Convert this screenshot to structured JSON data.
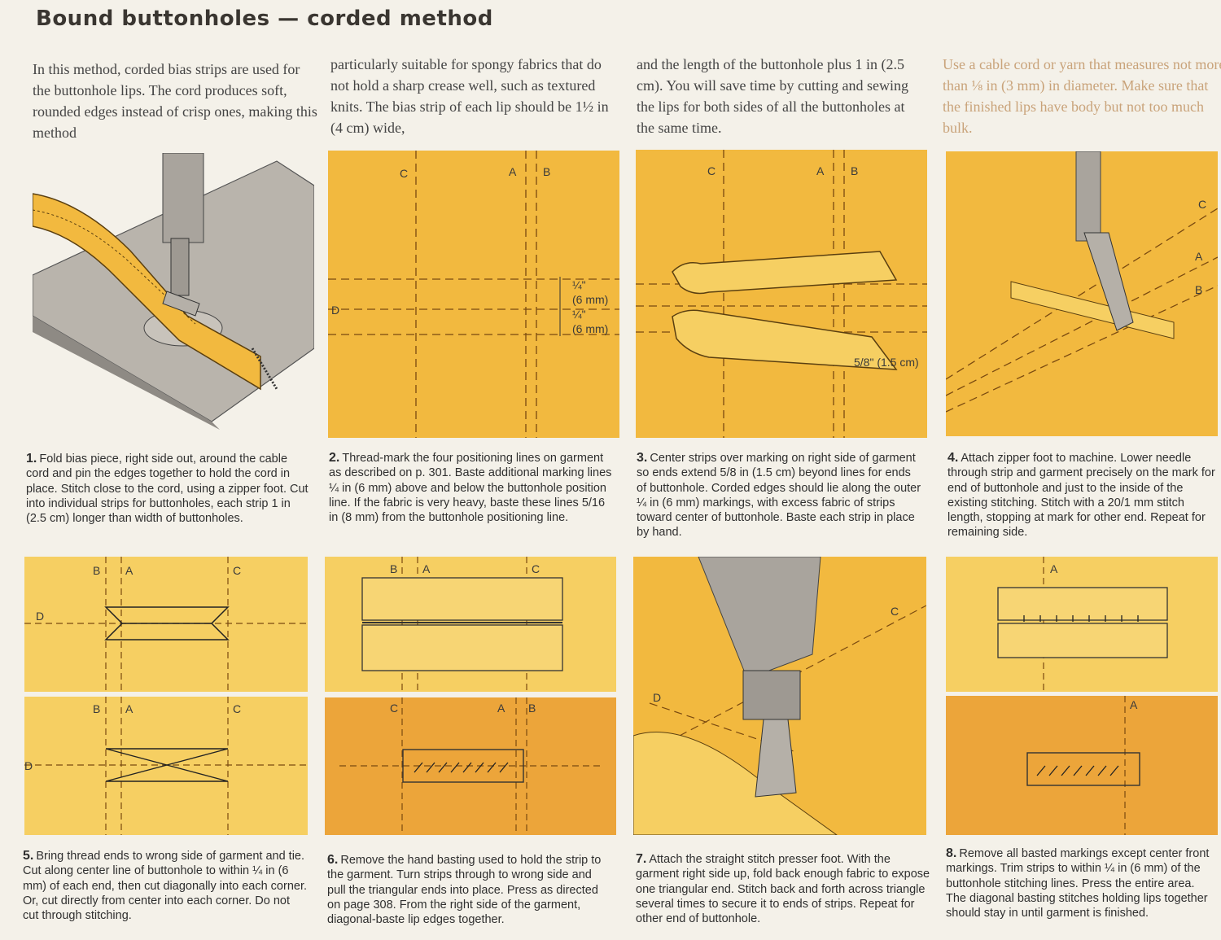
{
  "title": "Bound buttonholes — corded method",
  "intro": [
    "In this method, corded bias strips are used for the buttonhole lips. The cord produces soft, rounded edges instead of crisp ones, making this method",
    "particularly suitable for spongy fabrics that do not hold a sharp crease well, such as textured knits. The bias strip of each lip should be 1½ in (4 cm) wide,",
    "and the length of the buttonhole plus 1 in (2.5 cm). You will save time by cutting and sewing the lips for both sides of all the buttonholes at the same time.",
    "Use a cable cord or yarn that measures not more than ⅛ in (3 mm) in diameter. Make sure that the finished lips have body but not too much bulk."
  ],
  "steps": [
    {
      "num": "1.",
      "text": "Fold bias piece, right side out, around the cable cord and pin the edges together to hold the cord in place. Stitch close to the cord, using a zipper foot. Cut into individual strips for buttonholes, each strip 1 in (2.5 cm) longer than width of buttonholes."
    },
    {
      "num": "2.",
      "text": "Thread-mark the four positioning lines on garment as described on p. 301. Baste additional marking lines ¼ in (6 mm) above and below the buttonhole position line. If the fabric is very heavy, baste these lines 5/16 in (8 mm) from the buttonhole positioning line."
    },
    {
      "num": "3.",
      "text": "Center strips over marking on right side of garment so ends extend 5/8 in (1.5 cm) beyond lines for ends of buttonhole. Corded edges should lie along the outer ¼ in (6 mm) markings, with excess fabric of strips toward center of buttonhole. Baste each strip in place by hand."
    },
    {
      "num": "4.",
      "text": "Attach zipper foot to machine. Lower needle through strip and garment precisely on the mark for end of buttonhole and just to the inside of the existing stitching. Stitch with a 20/1 mm stitch length, stopping at mark for other end. Repeat for remaining side."
    },
    {
      "num": "5.",
      "text": "Bring thread ends to wrong side of garment and tie. Cut along center line of buttonhole to within ¼ in (6 mm) of each end, then cut diagonally into each corner. Or, cut directly from center into each corner. Do not cut through stitching."
    },
    {
      "num": "6.",
      "text": "Remove the hand basting used to hold the strip to the garment. Turn strips through to wrong side and pull the triangular ends into place. Press as directed on page 308. From the right side of the garment, diagonal-baste lip edges together."
    },
    {
      "num": "7.",
      "text": "Attach the straight stitch presser foot. With the garment right side up, fold back enough fabric to expose one triangular end. Stitch back and forth across triangle several times to secure it to ends of strips. Repeat for other end of buttonhole."
    },
    {
      "num": "8.",
      "text": "Remove all basted markings except center front markings. Trim strips to within ¼ in (6 mm) of the buttonhole stitching lines. Press the entire area. The diagonal basting stitches holding lips together should stay in until garment is finished."
    }
  ],
  "labels": {
    "a": "A",
    "b": "B",
    "c": "C",
    "d": "D",
    "quarter": "¼\"",
    "mm6": "(6 mm)",
    "five_eighths": "5/8\" (1.5 cm)"
  },
  "colors": {
    "fabric": "#f2b93f",
    "fabric_dark": "#eca53a",
    "fabric_light": "#f6cf62",
    "machine": "#a9a49d",
    "background": "#f4f1e9"
  }
}
